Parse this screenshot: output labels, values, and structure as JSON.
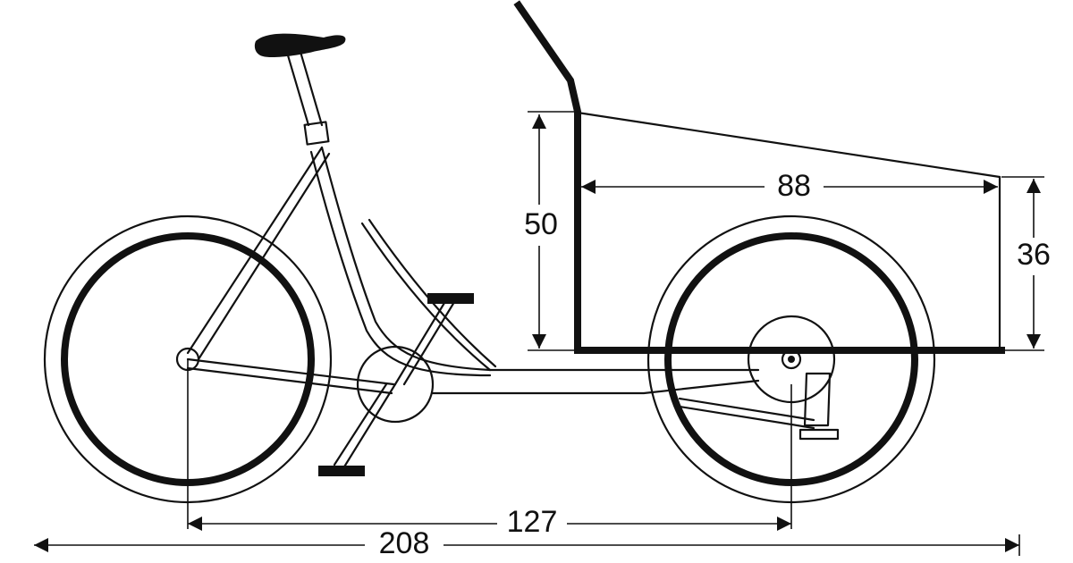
{
  "dimensions": {
    "box_height": "50",
    "box_length": "88",
    "box_front_height": "36",
    "wheelbase": "127",
    "overall_length": "208"
  }
}
